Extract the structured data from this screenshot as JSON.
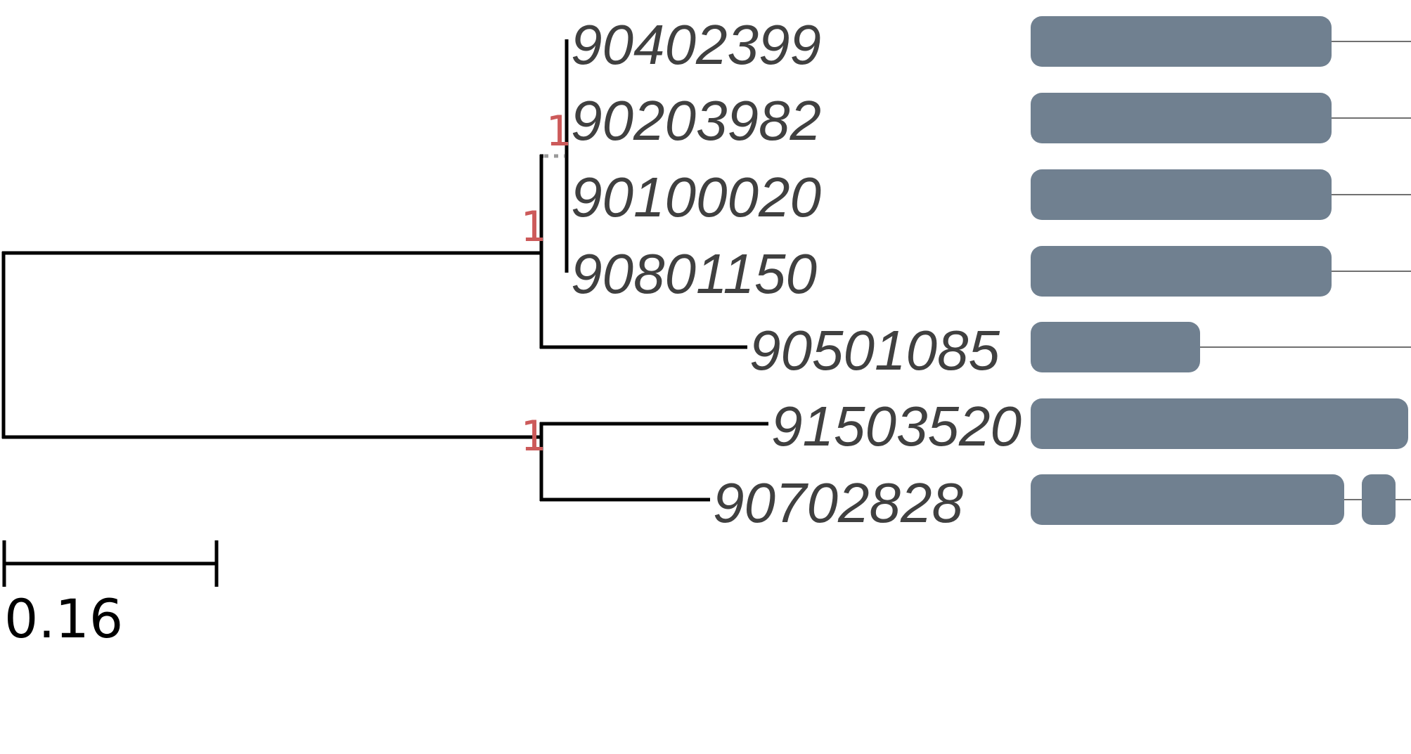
{
  "tree": {
    "leaves": [
      {
        "id": "90402399",
        "label": "90402399"
      },
      {
        "id": "90203982",
        "label": "90203982"
      },
      {
        "id": "90100020",
        "label": "90100020"
      },
      {
        "id": "90801150",
        "label": "90801150"
      },
      {
        "id": "90501085",
        "label": "90501085"
      },
      {
        "id": "91503520",
        "label": "91503520"
      },
      {
        "id": "90702828",
        "label": "90702828"
      }
    ],
    "support_values": [
      {
        "clade": "90402399,90203982,90100020,90801150",
        "value": "1"
      },
      {
        "clade": "90402399,90203982,90100020,90801150,90501085",
        "value": "1"
      },
      {
        "clade": "91503520,90702828",
        "value": "1"
      }
    ]
  },
  "scale_bar": {
    "value": "0.16"
  },
  "colors": {
    "branch": "#000000",
    "support": "#cc5a5a",
    "leaf_text": "#404040",
    "domain": "#708090"
  }
}
